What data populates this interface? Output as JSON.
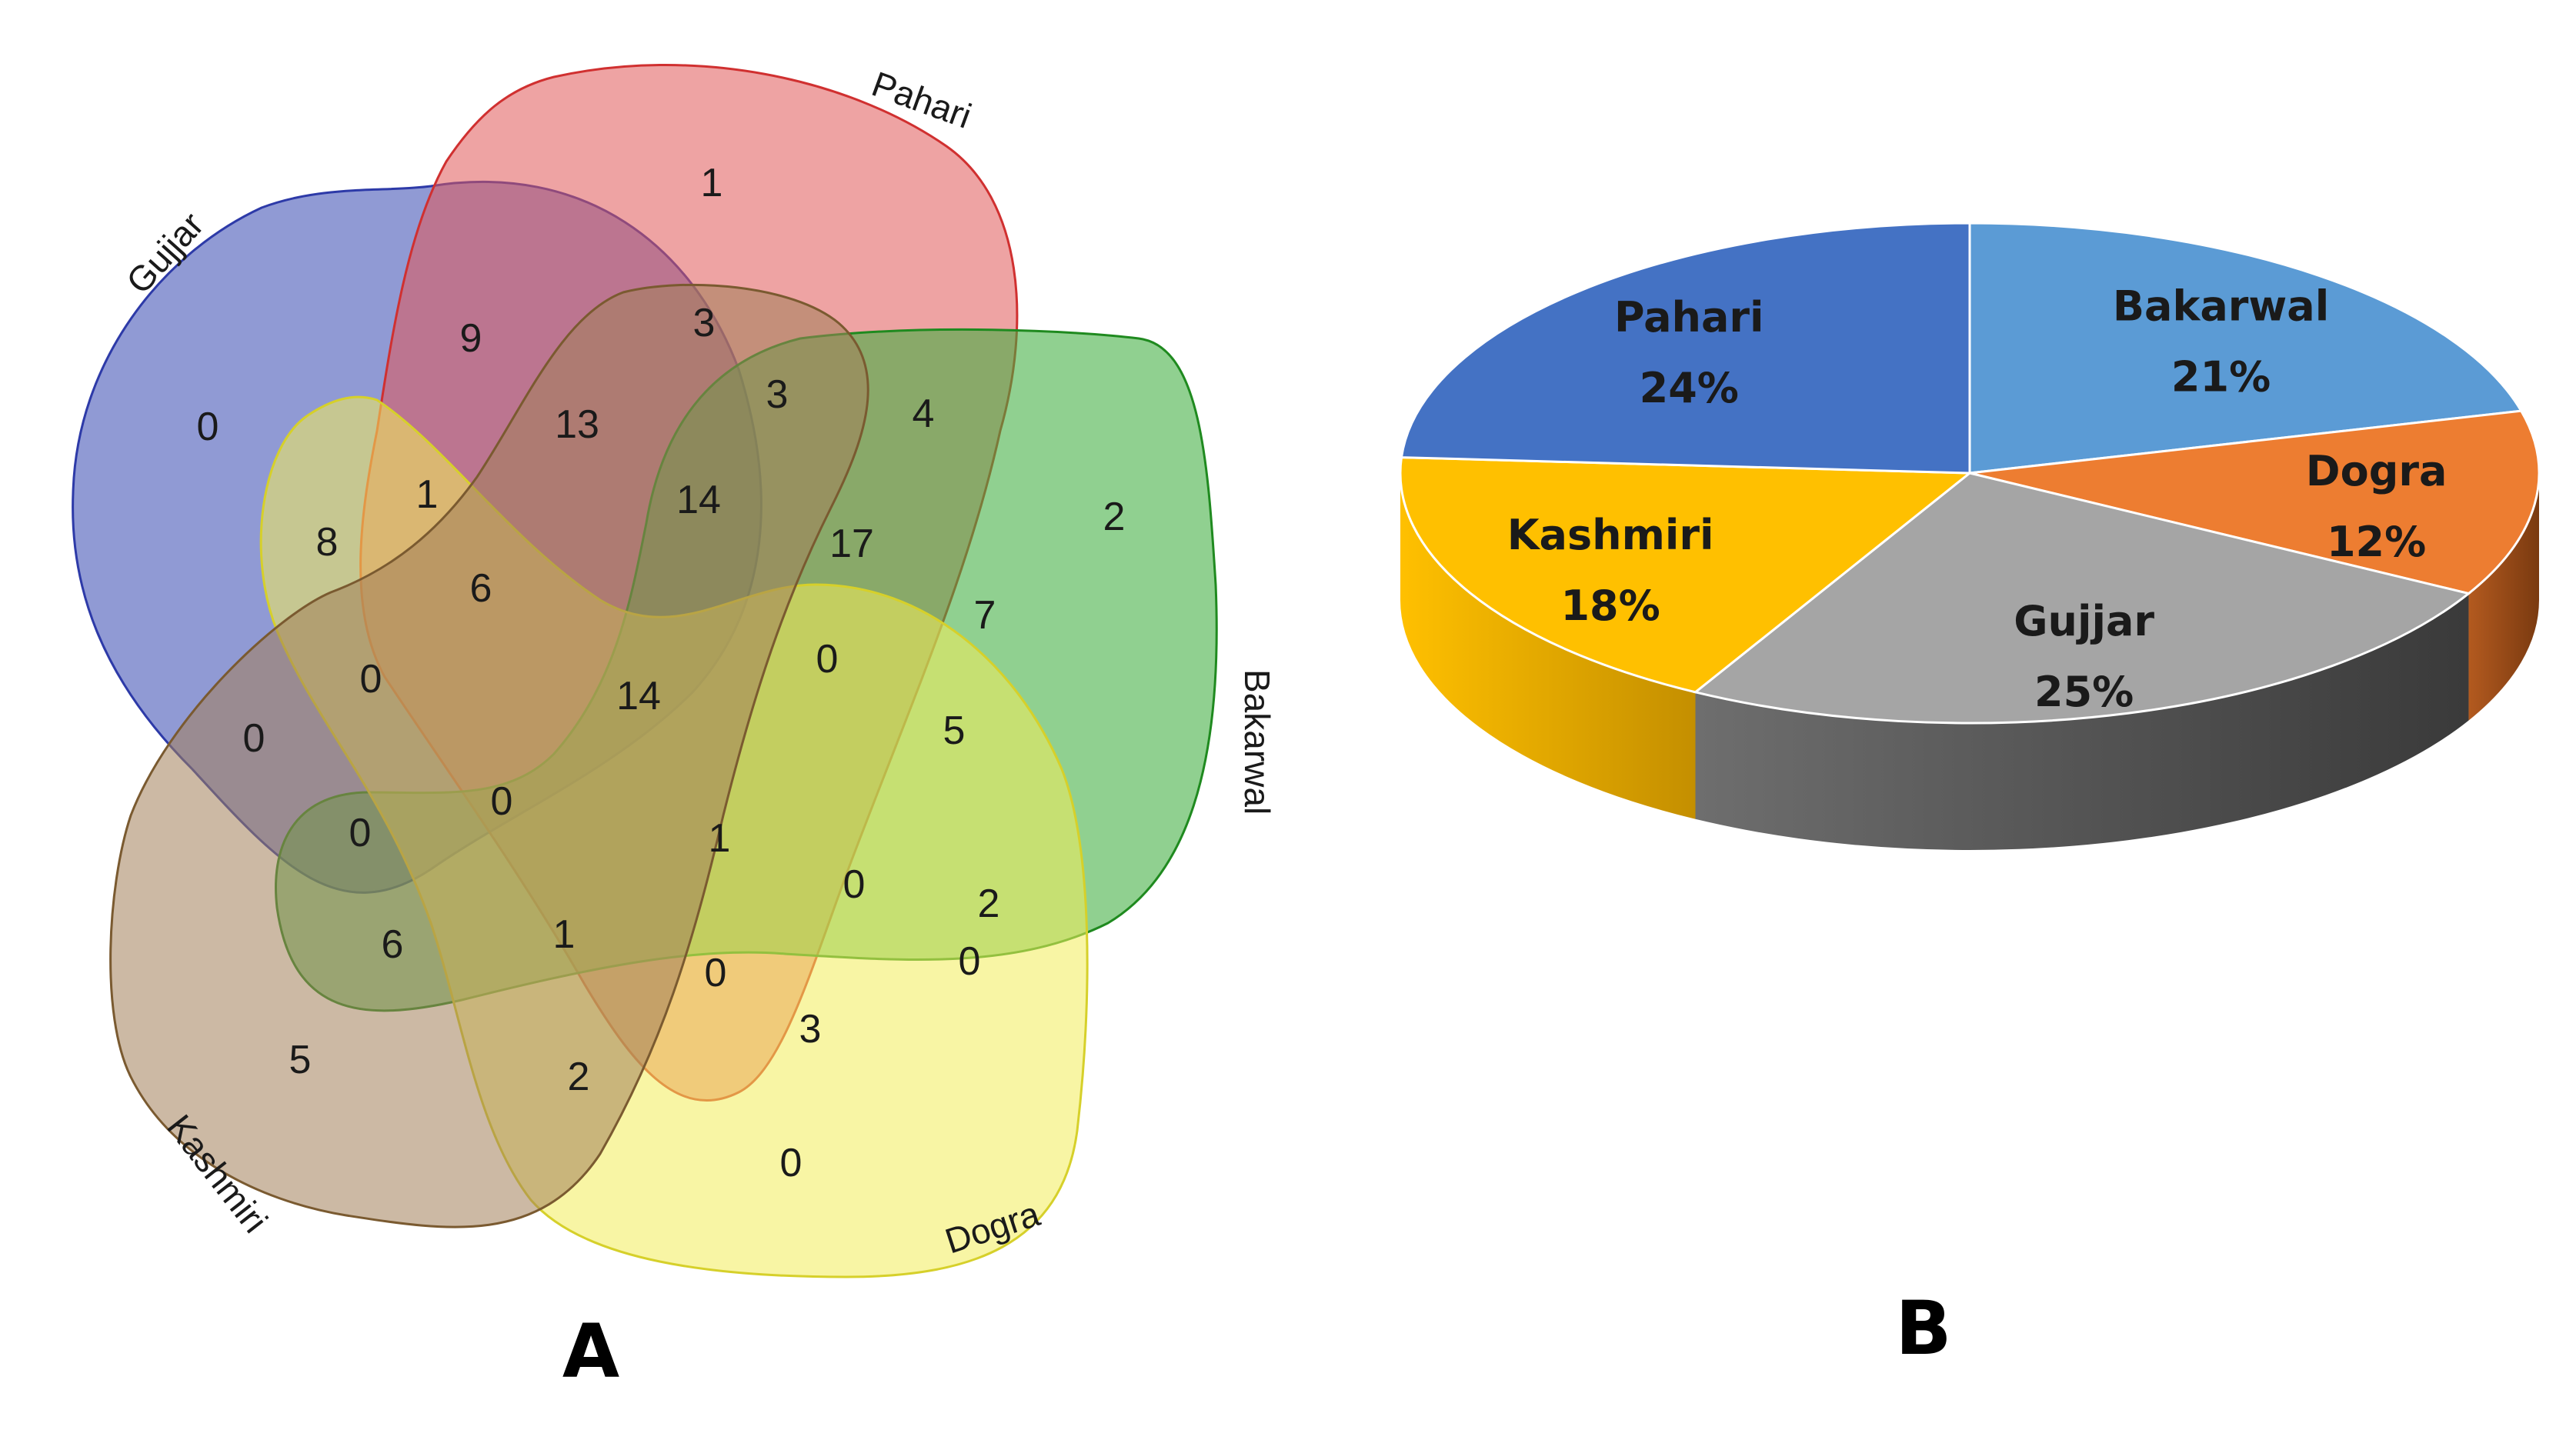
{
  "panels": {
    "a_label": "A",
    "b_label": "B"
  },
  "chart_data": [
    {
      "type": "venn",
      "sets": [
        {
          "name": "Gujjar",
          "color": "#3f51b5"
        },
        {
          "name": "Pahari",
          "color": "#e05858"
        },
        {
          "name": "Bakarwal",
          "color": "#3fae3f"
        },
        {
          "name": "Dogra",
          "color": "#f2ec5a"
        },
        {
          "name": "Kashmiri",
          "color": "#a3805a"
        }
      ],
      "region_counts": [
        1,
        9,
        3,
        0,
        13,
        3,
        4,
        2,
        8,
        1,
        14,
        17,
        6,
        7,
        0,
        0,
        14,
        0,
        5,
        0,
        0,
        0,
        1,
        0,
        6,
        2,
        1,
        0,
        5,
        3,
        2,
        0
      ]
    },
    {
      "type": "pie",
      "labels": [
        "Bakarwal",
        "Dogra",
        "Gujjar",
        "Kashmiri",
        "Pahari"
      ],
      "values": [
        21,
        12,
        25,
        18,
        24
      ],
      "value_labels": [
        "21%",
        "12%",
        "25%",
        "18%",
        "24%"
      ],
      "colors": [
        "#5b9bd5",
        "#ed7d31",
        "#a5a5a5",
        "#ffc000",
        "#4472c4"
      ]
    }
  ]
}
